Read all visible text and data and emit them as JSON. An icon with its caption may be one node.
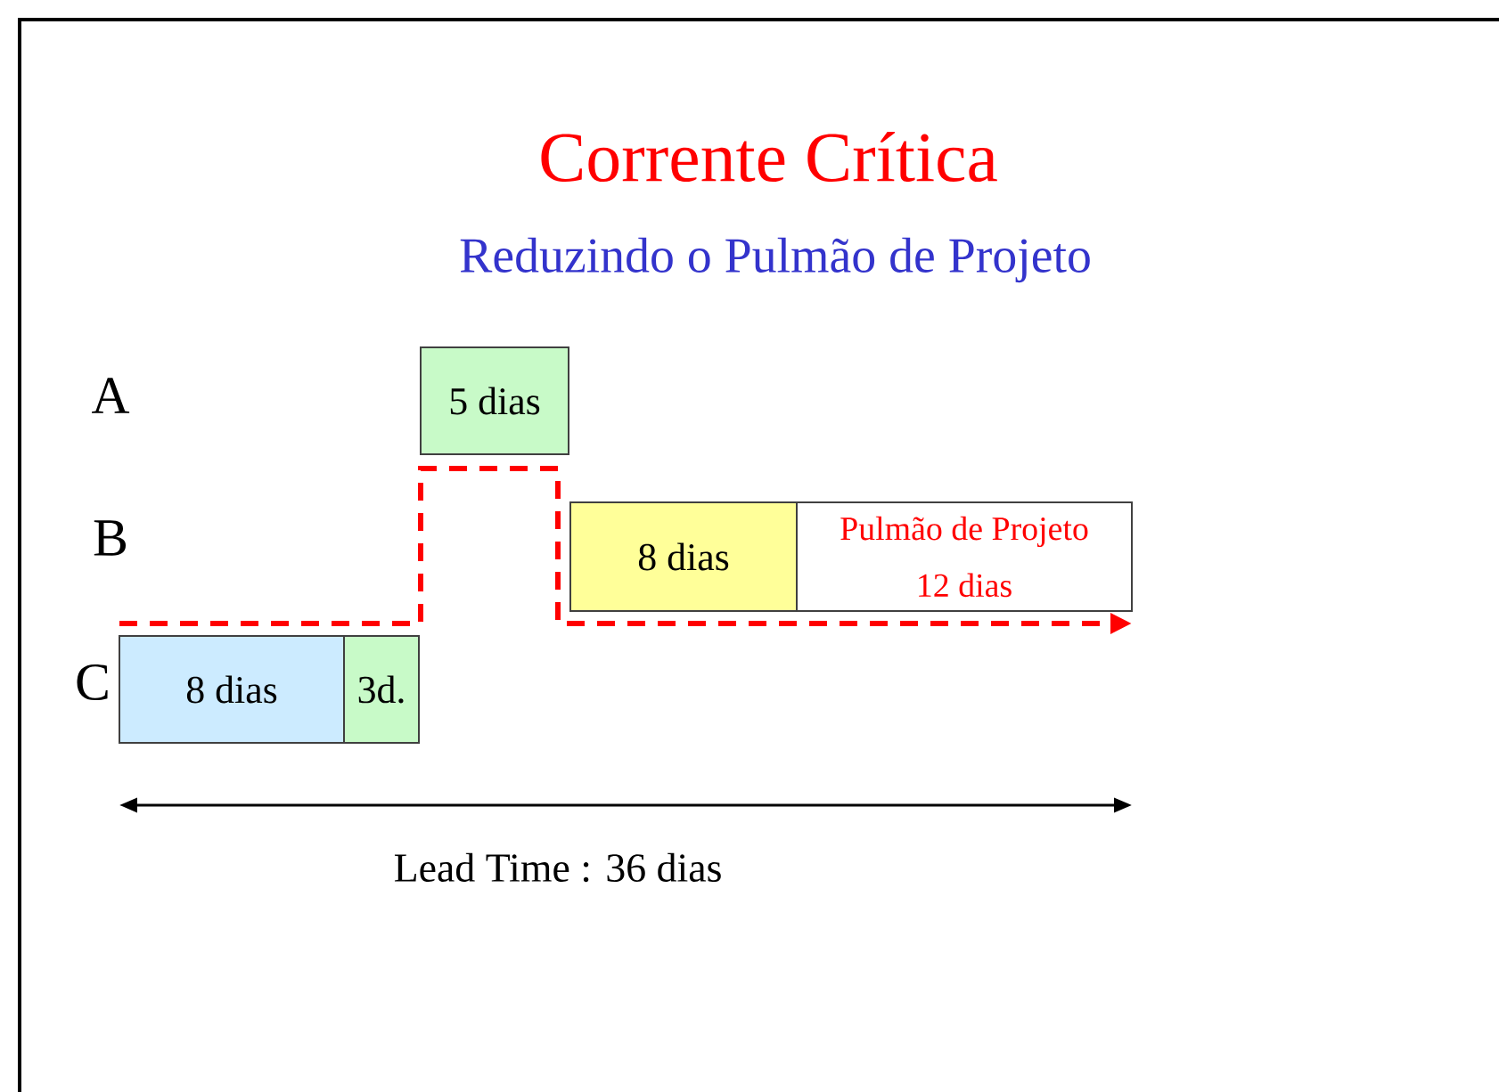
{
  "diagram": {
    "title": "Corrente Crítica",
    "caption": "Reduzindo o Pulmão de Projeto",
    "nodes": [
      {
        "text": [
          "5 dias"
        ]
      },
      {
        "text": [
          "8 dias"
        ]
      },
      {
        "text": [
          "Pulmão de Projeto",
          "12 dias"
        ]
      },
      {
        "text": [
          "8 dias"
        ]
      },
      {
        "text": [
          "3d."
        ]
      }
    ],
    "labels": [
      "A",
      "B",
      "C",
      "Lead Time : 36 dias"
    ]
  }
}
